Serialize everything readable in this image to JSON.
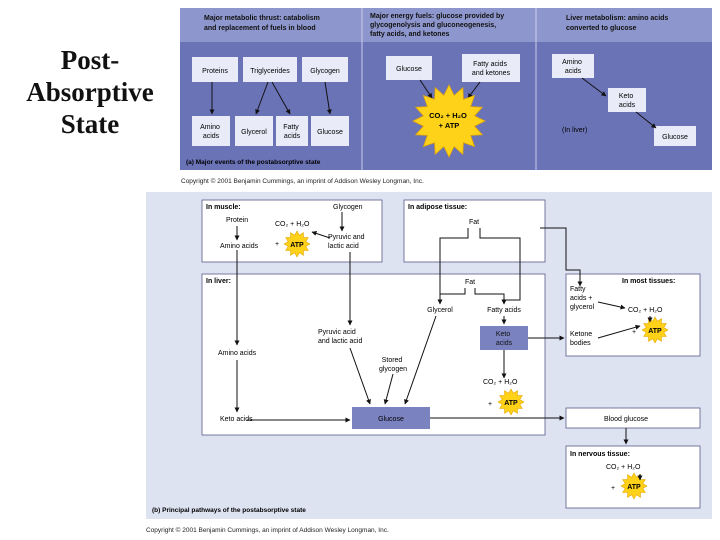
{
  "slide_title": [
    "Post-",
    "Absorptive",
    "State"
  ],
  "panel_a": {
    "headers": [
      [
        "Major metabolic thrust: catabolism",
        "and replacement of fuels in blood"
      ],
      [
        "Major energy fuels: glucose provided by",
        "glycogenolysis and gluconeogenesis,",
        "fatty acids, and ketones"
      ],
      [
        "Liver metabolism: amino acids",
        "converted to glucose"
      ]
    ],
    "boxes": {
      "proteins": "Proteins",
      "triglycerides": "Triglycerides",
      "glycogen": "Glycogen",
      "amino_acids": [
        "Amino",
        "acids"
      ],
      "glycerol": "Glycerol",
      "fatty_acids": [
        "Fatty",
        "acids"
      ],
      "glucose": "Glucose",
      "fuel_glucose": "Glucose",
      "fuel_fatty": [
        "Fatty acids",
        "and ketones"
      ],
      "liver_amino": [
        "Amino",
        "acids"
      ],
      "liver_keto": [
        "Keto",
        "acids"
      ],
      "liver_glucose": "Glucose"
    },
    "sun": {
      "line1": "CO₂ + H₂O",
      "line2": "+ ATP"
    },
    "in_liver": "(In liver)",
    "caption": "(a) Major events of the postabsorptive state",
    "copyright": "Copyright © 2001 Benjamin Cummings, an imprint of Addison Wesley Longman, Inc."
  },
  "panel_b": {
    "in_muscle": "In muscle:",
    "glycogen": "Glycogen",
    "protein": "Protein",
    "muscle_co2": "CO₂ + H₂O",
    "amino_acids": "Amino acids",
    "plus": "+",
    "atp": "ATP",
    "pyruvic": [
      "Pyruvic and",
      "lactic acid"
    ],
    "in_adipose": "In adipose tissue:",
    "fat": "Fat",
    "in_liver": "In liver:",
    "liver_fat": "Fat",
    "glycerol": "Glycerol",
    "fatty_acids": "Fatty acids",
    "keto_box": [
      "Keto",
      "acids"
    ],
    "liver_amino": "Amino acids",
    "liver_pyruvic": [
      "Pyruvic acid",
      "and lactic acid"
    ],
    "stored_glycogen": [
      "Stored",
      "glycogen"
    ],
    "liver_co2": "CO₂ + H₂O",
    "keto_acids": "Keto acids",
    "glucose": "Glucose",
    "in_most": "In most tissues:",
    "most_fatty": [
      "Fatty",
      "acids +",
      "glycerol"
    ],
    "most_co2": "CO₂ + H₂O",
    "ketone_bodies": [
      "Ketone",
      "bodies"
    ],
    "blood_glucose": "Blood glucose",
    "in_nervous": "In nervous tissue:",
    "nervous_co2": "CO₂ + H₂O",
    "caption": "(b) Principal pathways of the postabsorptive state",
    "copyright": "Copyright © 2001 Benjamin Cummings, an imprint of Addison Wesley Longman, Inc."
  },
  "colors": {
    "panel_a_bg": "#6b73b7",
    "panel_b_bg": "#dde3f1",
    "box_fill": "#e9ecf8",
    "atp_yellow": "#ffd21a"
  }
}
